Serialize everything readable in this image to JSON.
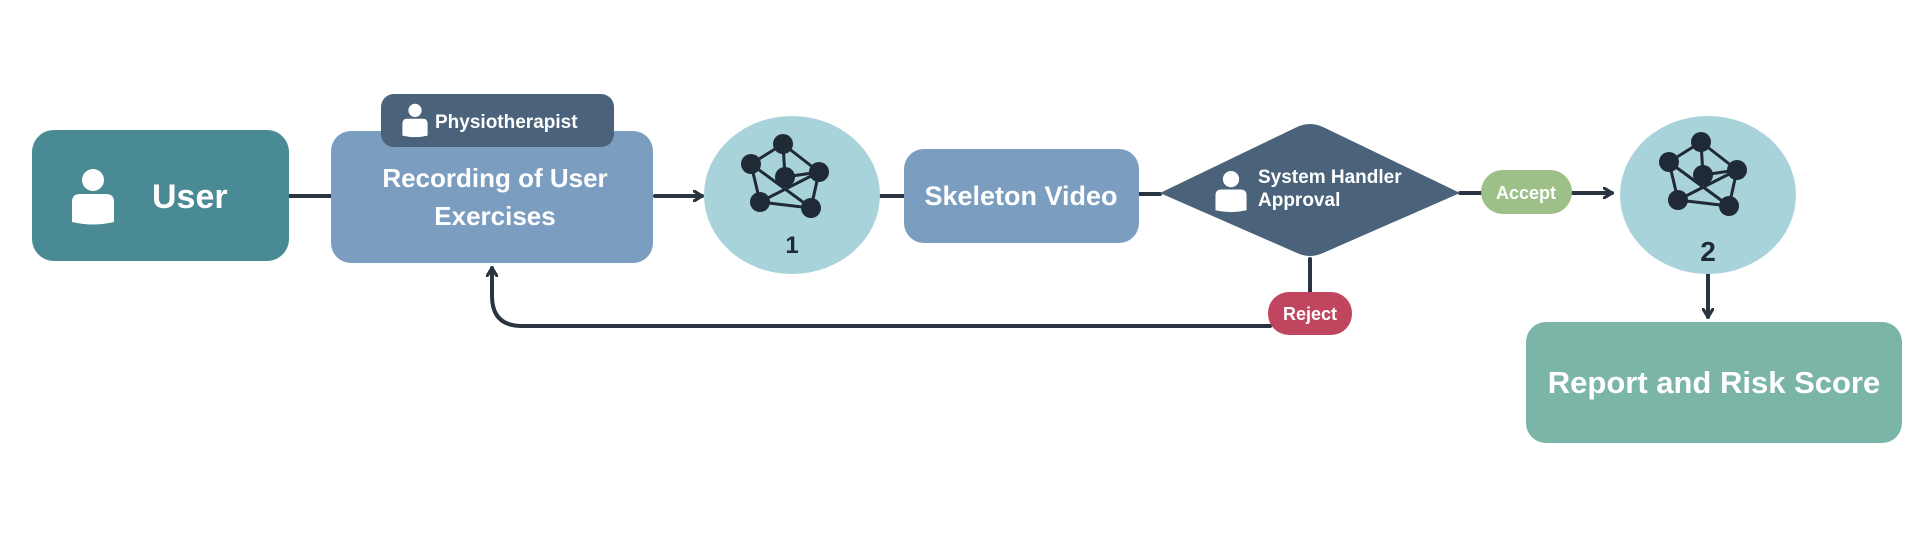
{
  "nodes": {
    "user": "User",
    "physiotherapist": "Physiotherapist",
    "recording_line1": "Recording of User",
    "recording_line2": "Exercises",
    "model1_number": "1",
    "skeleton_video": "Skeleton Video",
    "approval_line1": "System Handler",
    "approval_line2": "Approval",
    "model2_number": "2",
    "report": "Report and Risk Score"
  },
  "edges": {
    "accept": "Accept",
    "reject": "Reject"
  },
  "colors": {
    "user_box": "#4a8a94",
    "recording_box": "#7b9dbf",
    "physio_tag": "#4a627a",
    "model_circle": "#a9d3da",
    "skeleton_box": "#7b9dbf",
    "approval_diamond": "#4a627a",
    "accept_pill": "#9dbf88",
    "reject_pill": "#c0465f",
    "report_box": "#7ab5a8",
    "connector": "#2a3441"
  },
  "icons": [
    "person-icon",
    "network-graph-icon"
  ]
}
